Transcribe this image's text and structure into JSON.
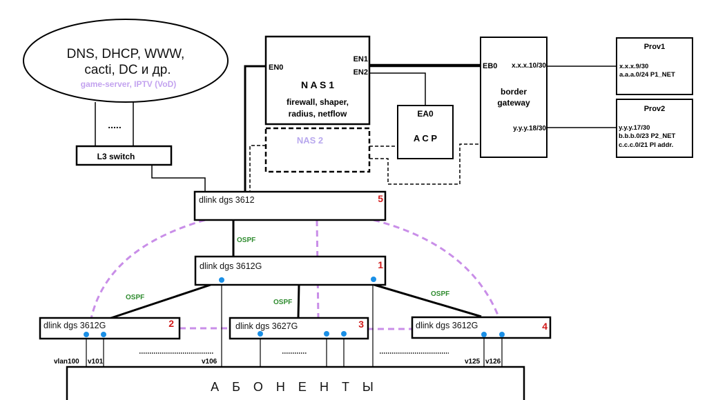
{
  "services": {
    "line1": "DNS, DHCP, WWW,",
    "line2": "cacti, DC и др.",
    "line3": "game-server, IPTV (VoD)",
    "dots": "....."
  },
  "l3_switch": {
    "label": "L3 switch"
  },
  "nas1": {
    "title": "N A S 1",
    "desc1": "firewall, shaper,",
    "desc2": "radius, netflow",
    "port_en0": "EN0",
    "port_en1": "EN1",
    "port_en2": "EN2"
  },
  "nas2": {
    "title": "NAS 2"
  },
  "acp": {
    "port": "EA0",
    "title": "A C P"
  },
  "border_gateway": {
    "title1": "border",
    "title2": "gateway",
    "port_eb0": "EB0",
    "ip1": "x.x.x.10/30",
    "ip2": "y.y.y.18/30"
  },
  "prov1": {
    "title": "Prov1",
    "line1": "x.x.x.9/30",
    "line2": "a.a.a.0/24 P1_NET"
  },
  "prov2": {
    "title": "Prov2",
    "line1": "y.y.y.17/30",
    "line2": "b.b.b.0/23 P2_NET",
    "line3": "c.c.c.0/21 PI addr."
  },
  "switches": [
    {
      "id": "5",
      "label": "dlink dgs 3612"
    },
    {
      "id": "1",
      "label": "dlink dgs 3612G"
    },
    {
      "id": "2",
      "label": "dlink dgs 3612G"
    },
    {
      "id": "3",
      "label": "dlink dgs 3627G"
    },
    {
      "id": "4",
      "label": "dlink dgs 3612G"
    }
  ],
  "ospf_label": "OSPF",
  "vlans": {
    "vlan100": "vlan100",
    "v101": "v101",
    "v106": "v106",
    "v125": "v125",
    "v126": "v126"
  },
  "subscribers": {
    "label": "А Б О Н Е Н Т Ы"
  },
  "colors": {
    "line": "#000000",
    "backup_link": "#c98ee8",
    "ospf": "#2e8b2e",
    "switch_number": "#d11a1a",
    "port_dot": "#1a8fe6",
    "nas2_text": "#b8a8ee",
    "service_sub": "#c3a3ef"
  }
}
